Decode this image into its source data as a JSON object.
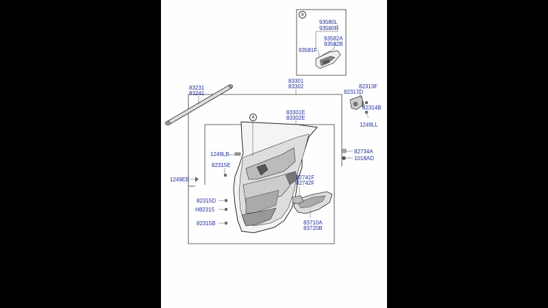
{
  "callouts": {
    "detail_a": "a",
    "panel_a": "a"
  },
  "labels": {
    "p93580L": "93580L",
    "p93580R": "93580R",
    "p93582A": "93582A",
    "p93582B": "93582B",
    "p93581F": "93581F",
    "p83231": "83231",
    "p83241": "83241",
    "p83301": "83301",
    "p83302": "83302",
    "p82313F": "82313F",
    "p82317D": "82317D",
    "p82314B": "82314B",
    "p1249LL": "1249LL",
    "p83301E": "83301E",
    "p83302E": "83302E",
    "p1249LB": "1249LB",
    "p82315E": "82315E",
    "p82734A": "82734A",
    "p1018AD": "1018AD",
    "p1249EE": "1249EE",
    "p82741F": "82741F",
    "p82742F": "82742F",
    "p82315D": "82315D",
    "pH82315": "H82315",
    "p82315B": "82315B",
    "p83710A": "83710A",
    "p83720B": "83720B"
  },
  "colors": {
    "label": "#1f2f9a",
    "line": "#333333",
    "background": "#fefefe"
  }
}
